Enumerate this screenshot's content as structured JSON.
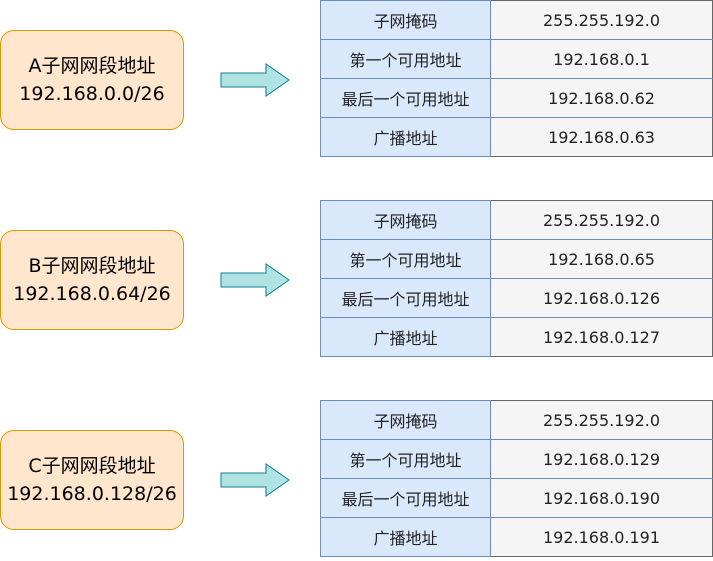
{
  "colors": {
    "subnet_box_fill": "#ffe6cc",
    "subnet_box_border": "#d79b00",
    "arrow_fill": "#b0e3e6",
    "arrow_border": "#0e8088",
    "label_cell_fill": "#dae8fc",
    "label_cell_border": "#6c8ebf",
    "value_cell_fill": "#f5f5f5",
    "value_cell_border": "#666666"
  },
  "subnets": [
    {
      "title": "A子网网段地址",
      "cidr": "192.168.0.0/26",
      "rows": [
        {
          "label": "子网掩码",
          "value": "255.255.192.0"
        },
        {
          "label": "第一个可用地址",
          "value": "192.168.0.1"
        },
        {
          "label": "最后一个可用地址",
          "value": "192.168.0.62"
        },
        {
          "label": "广播地址",
          "value": "192.168.0.63"
        }
      ]
    },
    {
      "title": "B子网网段地址",
      "cidr": "192.168.0.64/26",
      "rows": [
        {
          "label": "子网掩码",
          "value": "255.255.192.0"
        },
        {
          "label": "第一个可用地址",
          "value": "192.168.0.65"
        },
        {
          "label": "最后一个可用地址",
          "value": "192.168.0.126"
        },
        {
          "label": "广播地址",
          "value": "192.168.0.127"
        }
      ]
    },
    {
      "title": "C子网网段地址",
      "cidr": "192.168.0.128/26",
      "rows": [
        {
          "label": "子网掩码",
          "value": "255.255.192.0"
        },
        {
          "label": "第一个可用地址",
          "value": "192.168.0.129"
        },
        {
          "label": "最后一个可用地址",
          "value": "192.168.0.190"
        },
        {
          "label": "广播地址",
          "value": "192.168.0.191"
        }
      ]
    }
  ]
}
